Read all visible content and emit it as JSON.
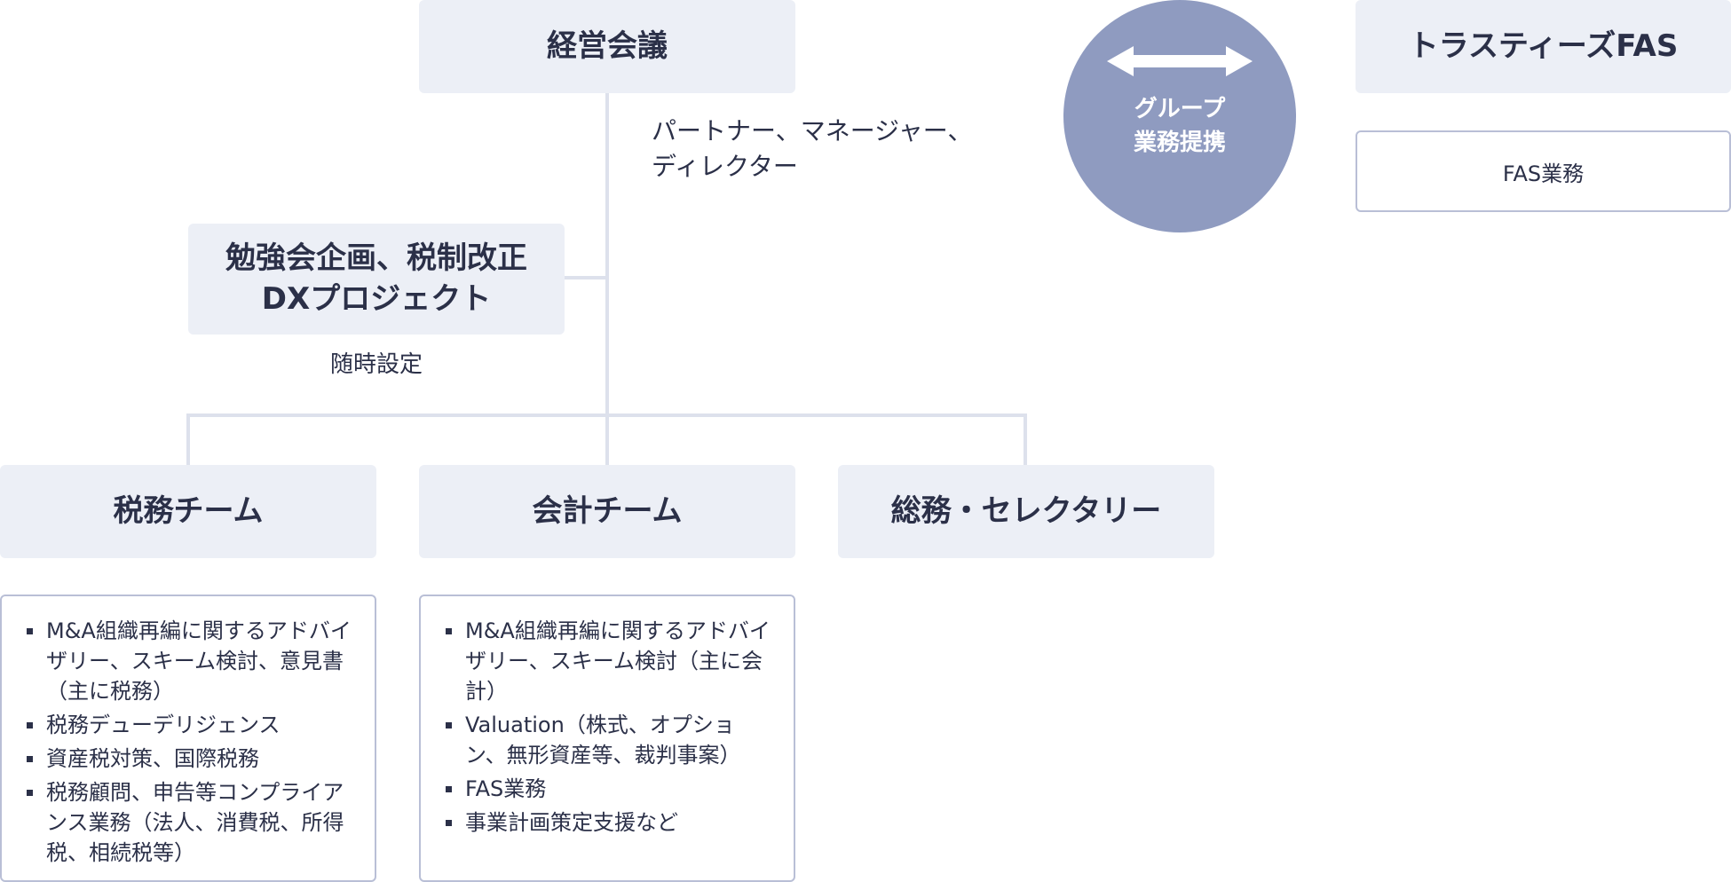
{
  "top_box": "経営会議",
  "members_line1": "パートナー、マネージャー、",
  "members_line2": "ディレクター",
  "project_line1": "勉強会企画、税制改正",
  "project_line2": "DXプロジェクト",
  "project_note": "随時設定",
  "group": {
    "line1": "グループ",
    "line2": "業務提携"
  },
  "partner": {
    "title": "トラスティーズFAS",
    "service": "FAS業務"
  },
  "teams": {
    "tax": {
      "title": "税務チーム",
      "items": [
        "M&A組織再編に関するアドバイザリー、スキーム検討、意見書（主に税務）",
        "税務デューデリジェンス",
        "資産税対策、国際税務",
        "税務顧問、申告等コンプライアンス業務（法人、消費税、所得税、相続税等）"
      ]
    },
    "accounting": {
      "title": "会計チーム",
      "items": [
        "M&A組織再編に関するアドバイザリー、スキーム検討（主に会計）",
        "Valuation（株式、オプション、無形資産等、裁判事案）",
        "FAS業務",
        "事業計画策定支援など"
      ]
    },
    "general": {
      "title": "総務・セレクタリー"
    }
  },
  "colors": {
    "box_fill": "#eceff6",
    "connector": "#dde1ec",
    "circle_fill": "#8f9bc0",
    "text": "#2b3048"
  }
}
